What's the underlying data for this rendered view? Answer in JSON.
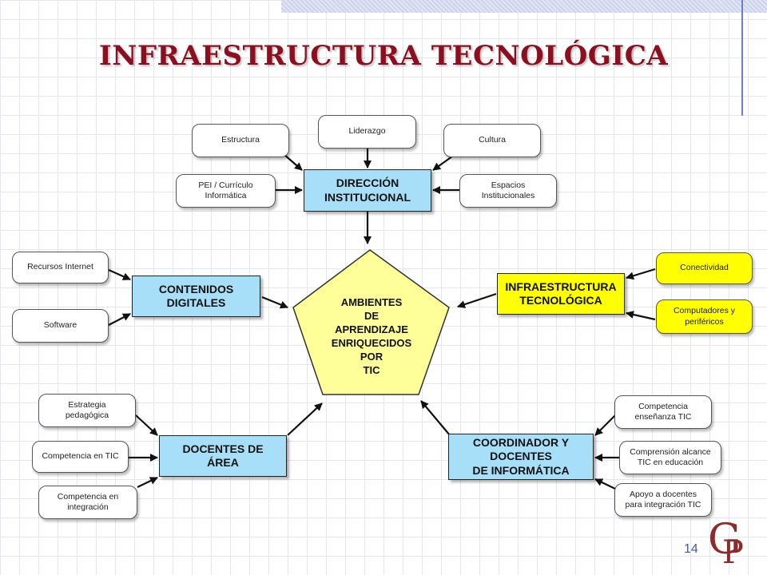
{
  "title": "INFRAESTRUCTURA TECNOLÓGICA",
  "page_number": "14",
  "logo_letters": {
    "first": "G",
    "second": "P"
  },
  "colors": {
    "hub_blue": "#a8dff8",
    "hub_yellow": "#ffff00",
    "title": "#8b0f1f"
  },
  "center": {
    "lines": [
      "AMBIENTES",
      "DE",
      "APRENDIZAJE",
      "ENRIQUECIDOS",
      "POR",
      "TIC"
    ]
  },
  "direccion": {
    "hub": "DIRECCIÓN\nINSTITUCIONAL",
    "estructura": "Estructura",
    "liderazgo": "Liderazgo",
    "cultura": "Cultura",
    "pei": "PEI / Currículo\nInformática",
    "espacios": "Espacios\nInstitucionales"
  },
  "contenidos": {
    "hub": "CONTENIDOS\nDIGITALES",
    "recursos": "Recursos Internet",
    "software": "Software"
  },
  "infraestructura": {
    "hub": "INFRAESTRUCTURA\nTECNOLÓGICA",
    "conectividad": "Conectividad",
    "computadores": "Computadores y\nperiféricos"
  },
  "docentes_area": {
    "hub": "DOCENTES DE\nÁREA",
    "estrategia": "Estrategia\npedagógica",
    "competencia_tic": "Competencia en TIC",
    "competencia_integracion": "Competencia en\nintegración"
  },
  "coordinador": {
    "hub": "COORDINADOR Y\nDOCENTES\nDE INFORMÁTICA",
    "competencia_ensenanza": "Competencia\nenseñanza TIC",
    "comprension": "Comprensión alcance\nTIC en educación",
    "apoyo": "Apoyo a docentes\npara integración TIC"
  }
}
